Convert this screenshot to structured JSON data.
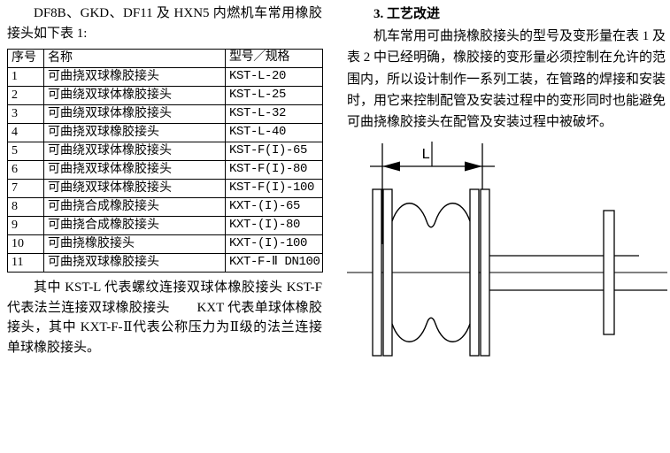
{
  "left_column": {
    "intro_text": "DF8B、GKD、DF11 及 HXN5 内燃机车常用橡胶接头如下表 1:",
    "table": {
      "headers": [
        "序号",
        "名称",
        "型号／规格"
      ],
      "rows": [
        [
          "1",
          "可曲挠双球橡胶接头",
          "KST-L-20"
        ],
        [
          "2",
          "可曲绕双球体橡胶接头",
          "KST-L-25"
        ],
        [
          "3",
          "可曲绕双球体橡胶接头",
          "KST-L-32"
        ],
        [
          "4",
          "可曲挠双球橡胶接头",
          "KST-L-40"
        ],
        [
          "5",
          "可曲绕双球体橡胶接头",
          "KST-F(I)-65"
        ],
        [
          "6",
          "可曲挠双球体橡胶接头",
          "KST-F(I)-80"
        ],
        [
          "7",
          "可曲绕双球体橡胶接头",
          "KST-F(I)-100"
        ],
        [
          "8",
          "可曲挠合成橡胶接头",
          "KXT-(I)-65"
        ],
        [
          "9",
          "可曲挠合成橡胶接头",
          "KXT-(I)-80"
        ],
        [
          "10",
          "可曲挠橡胶接头",
          "KXT-(I)-100"
        ],
        [
          "11",
          "可曲挠双球橡胶接头",
          "KXT-F-Ⅱ DN100"
        ]
      ]
    },
    "note_text": "其中 KST-L 代表螺纹连接双球体橡胶接头 KST-F 代表法兰连接双球橡胶接头　　KXT 代表单球体橡胶接头，其中 KXT-F-Ⅱ代表公称压力为Ⅱ级的法兰连接单球橡胶接头。"
  },
  "right_column": {
    "heading": "3. 工艺改进",
    "body_text": "机车常用可曲挠橡胶接头的型号及变形量在表 1 及表 2 中已经明确，橡胶接的变形量必须控制在允许的范围内，所以设计制作一系列工装，在管路的焊接和安装时，用它来控制配管及安装过程中的变形同时也能避免可曲挠橡胶接头在配管及安装过程中被破坏。",
    "figure": {
      "dimension_label": "L"
    }
  }
}
